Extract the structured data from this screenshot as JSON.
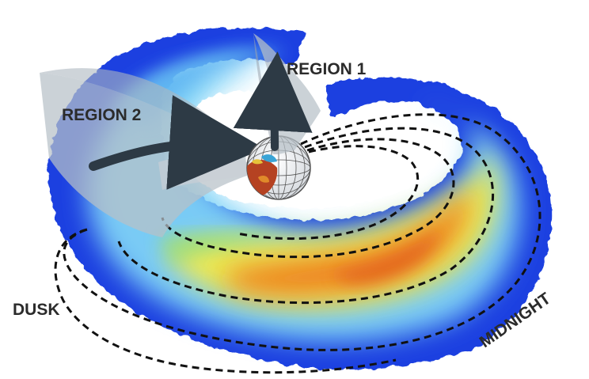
{
  "labels": {
    "region1": "REGION 1",
    "region2": "REGION 2",
    "dusk": "DUSK",
    "midnight": "MIDNIGHT"
  },
  "colors": {
    "ring_blue": "#1a3fe0",
    "ring_light": "#7fd3f7",
    "ring_yellow": "#f7ea3c",
    "ring_orange": "#ef7a1f",
    "current_sheet": "#b7c0c8",
    "arrow": "#2d3a45",
    "label_text": "#2b2b2b"
  }
}
